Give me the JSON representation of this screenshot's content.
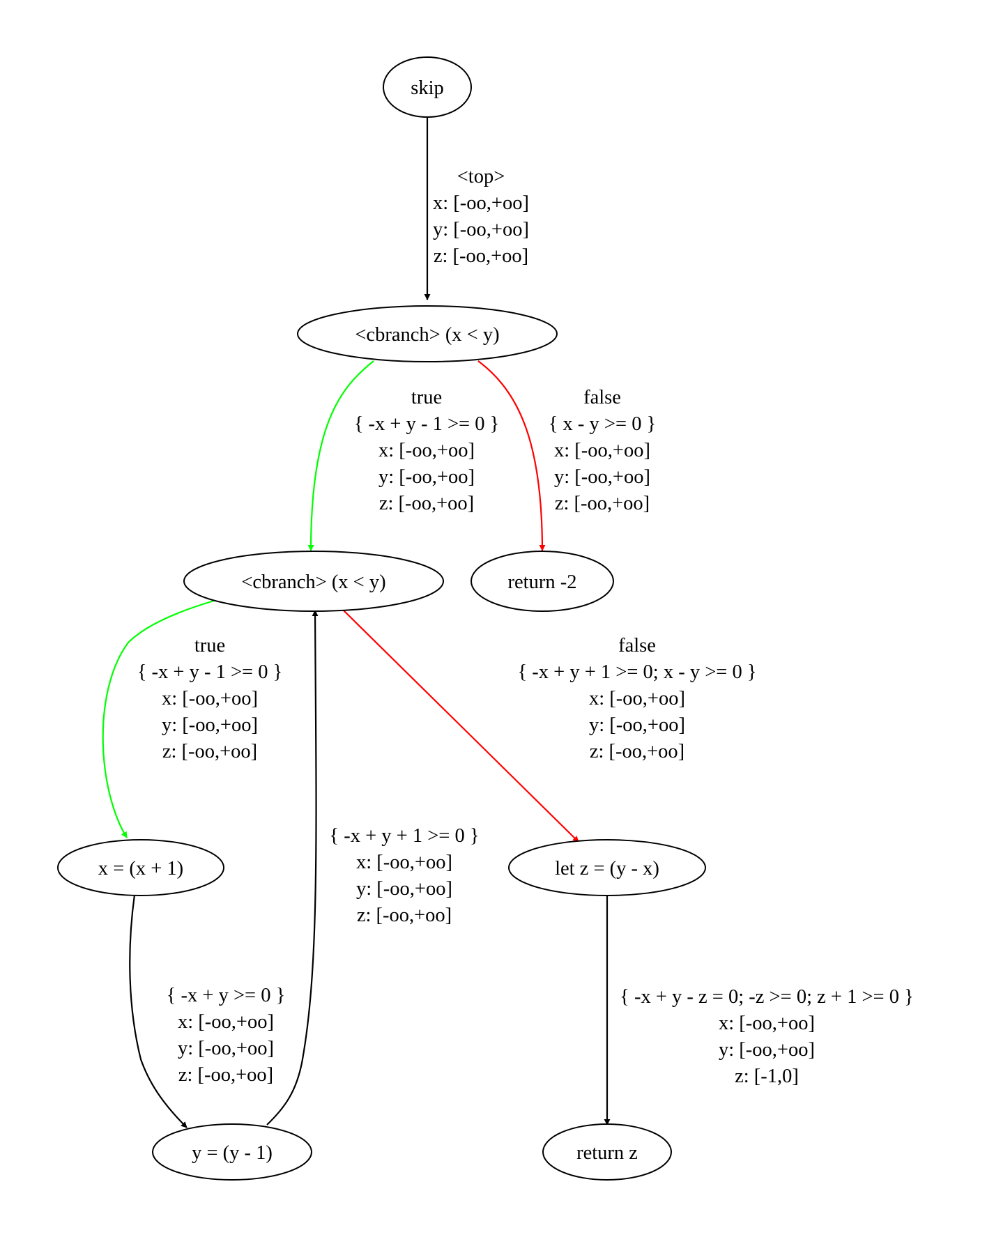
{
  "colors": {
    "node_stroke": "#000000",
    "default_edge": "#000000",
    "true_edge": "#00ff00",
    "false_edge": "#ff0000"
  },
  "nodes": {
    "skip": "skip",
    "cbranch1": "<cbranch> (x < y)",
    "return_neg2": "return -2",
    "cbranch2": "<cbranch> (x < y)",
    "x_inc": "x = (x + 1)",
    "let_z": "let z = (y - x)",
    "y_dec": "y = (y - 1)",
    "return_z": "return z"
  },
  "edges": {
    "skip_to_cbranch1": {
      "kind": "plain",
      "lines": [
        "<top>",
        "x: [-oo,+oo]",
        "y: [-oo,+oo]",
        "z: [-oo,+oo]"
      ]
    },
    "cbranch1_true": {
      "kind": "true",
      "lines": [
        "true",
        "{ -x + y - 1 >= 0 }",
        "x: [-oo,+oo]",
        "y: [-oo,+oo]",
        "z: [-oo,+oo]"
      ]
    },
    "cbranch1_false": {
      "kind": "false",
      "lines": [
        "false",
        "{ x - y >= 0 }",
        "x: [-oo,+oo]",
        "y: [-oo,+oo]",
        "z: [-oo,+oo]"
      ]
    },
    "cbranch2_true": {
      "kind": "true",
      "lines": [
        "true",
        "{ -x + y - 1 >= 0 }",
        "x: [-oo,+oo]",
        "y: [-oo,+oo]",
        "z: [-oo,+oo]"
      ]
    },
    "cbranch2_false": {
      "kind": "false",
      "lines": [
        "false",
        "{ -x + y + 1 >= 0; x - y >= 0 }",
        "x: [-oo,+oo]",
        "y: [-oo,+oo]",
        "z: [-oo,+oo]"
      ]
    },
    "x_inc_to_y_dec": {
      "kind": "plain",
      "lines": [
        "{ -x + y >= 0 }",
        "x: [-oo,+oo]",
        "y: [-oo,+oo]",
        "z: [-oo,+oo]"
      ]
    },
    "y_dec_to_cbranch2": {
      "kind": "plain",
      "lines": [
        "{ -x + y + 1 >= 0 }",
        "x: [-oo,+oo]",
        "y: [-oo,+oo]",
        "z: [-oo,+oo]"
      ]
    },
    "let_z_to_return_z": {
      "kind": "plain",
      "lines": [
        "{ -x + y - z = 0; -z >= 0; z + 1 >= 0 }",
        "x: [-oo,+oo]",
        "y: [-oo,+oo]",
        "z: [-1,0]"
      ]
    }
  }
}
